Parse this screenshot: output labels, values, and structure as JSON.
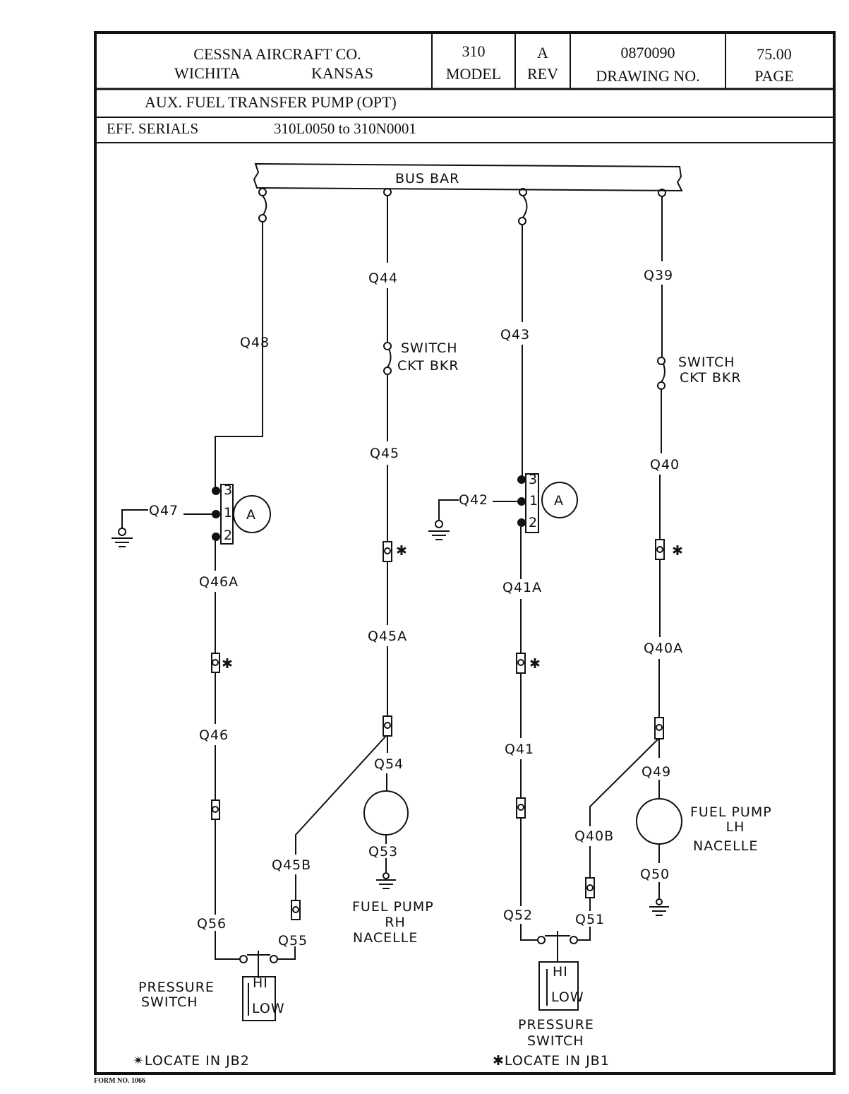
{
  "header": {
    "company_line1": "CESSNA AIRCRAFT CO.",
    "company_city": "WICHITA",
    "company_state": "KANSAS",
    "model_value": "310",
    "model_label": "MODEL",
    "rev_value": "A",
    "rev_label": "REV",
    "drawing_value": "0870090",
    "drawing_label": "DRAWING NO.",
    "page_value": "75.00",
    "page_label": "PAGE"
  },
  "title": "AUX. FUEL TRANSFER PUMP (OPT)",
  "serials": {
    "label": "EFF. SERIALS",
    "value": "310L0050 to 310N0001"
  },
  "diagram": {
    "bus_bar": "BUS BAR",
    "wires": {
      "q48": "Q48",
      "q47": "Q47",
      "q46a": "Q46A",
      "q46": "Q46",
      "q56": "Q56",
      "q44": "Q44",
      "q45": "Q45",
      "q45a": "Q45A",
      "q45b": "Q45B",
      "q55": "Q55",
      "q54": "Q54",
      "q53": "Q53",
      "q43": "Q43",
      "q42": "Q42",
      "q41a": "Q41A",
      "q41": "Q41",
      "q52": "Q52",
      "q39": "Q39",
      "q40": "Q40",
      "q40a": "Q40A",
      "q40b": "Q40B",
      "q51": "Q51",
      "q49": "Q49",
      "q50": "Q50"
    },
    "switch_label_1": "SWITCH",
    "switch_label_2": "CKT BKR",
    "relay_label": "A",
    "relay_pins": [
      "3",
      "1",
      "2"
    ],
    "fuel_pump_rh": [
      "FUEL PUMP",
      "RH",
      "NACELLE"
    ],
    "fuel_pump_lh": [
      "FUEL PUMP",
      "LH",
      "NACELLE"
    ],
    "pressure_switch": [
      "PRESSURE",
      "SWITCH"
    ],
    "hi": "HI",
    "low": "LOW",
    "note_jb2": "✴LOCATE IN JB2",
    "note_jb1": "✱LOCATE IN JB1",
    "star": "✱"
  },
  "form_no": "FORM NO. 1066"
}
